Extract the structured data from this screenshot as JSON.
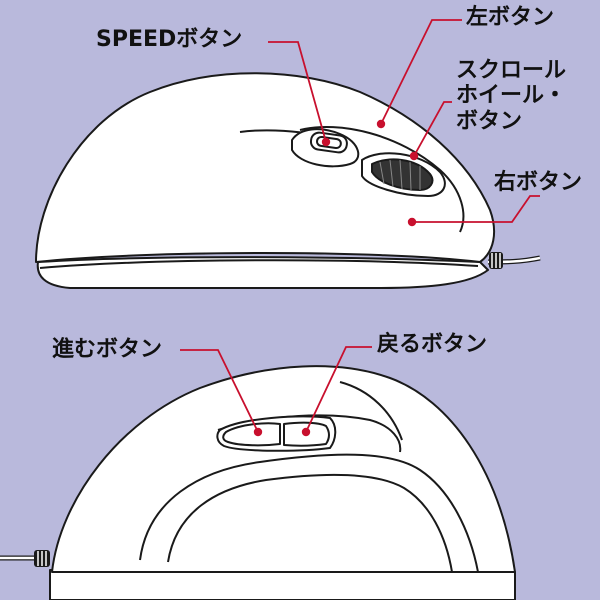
{
  "labels": {
    "speed_button": "SPEEDボタン",
    "left_button": "左ボタン",
    "scroll_wheel_line1": "スクロール",
    "scroll_wheel_line2": "ホイール・",
    "scroll_wheel_line3": "ボタン",
    "right_button": "右ボタン",
    "forward_button": "進むボタン",
    "back_button": "戻るボタン"
  },
  "colors": {
    "background": "#b9b9dc",
    "mouse_body": "#ffffff",
    "outline": "#1a1a1a",
    "leader_line": "#c8102e"
  }
}
